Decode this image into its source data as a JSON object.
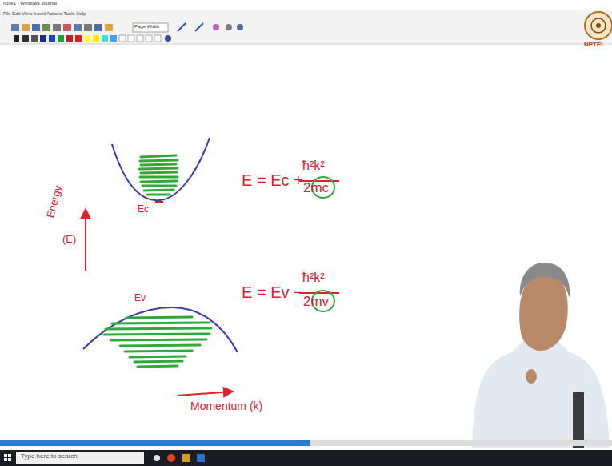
{
  "diagram": {
    "labels": [
      "Note1 - Windows Journal",
      "File  Edit  View  Insert  Actions  Tools  Help",
      "Page Width",
      "NPTEL",
      "Ec",
      "Energy",
      "(E)",
      "Ev",
      "Momentum (k)",
      "E = Ec +",
      "ħ²k²",
      "2mc",
      "E = Ev −",
      "ħ²k²",
      "2mv",
      "Type here to search"
    ]
  }
}
